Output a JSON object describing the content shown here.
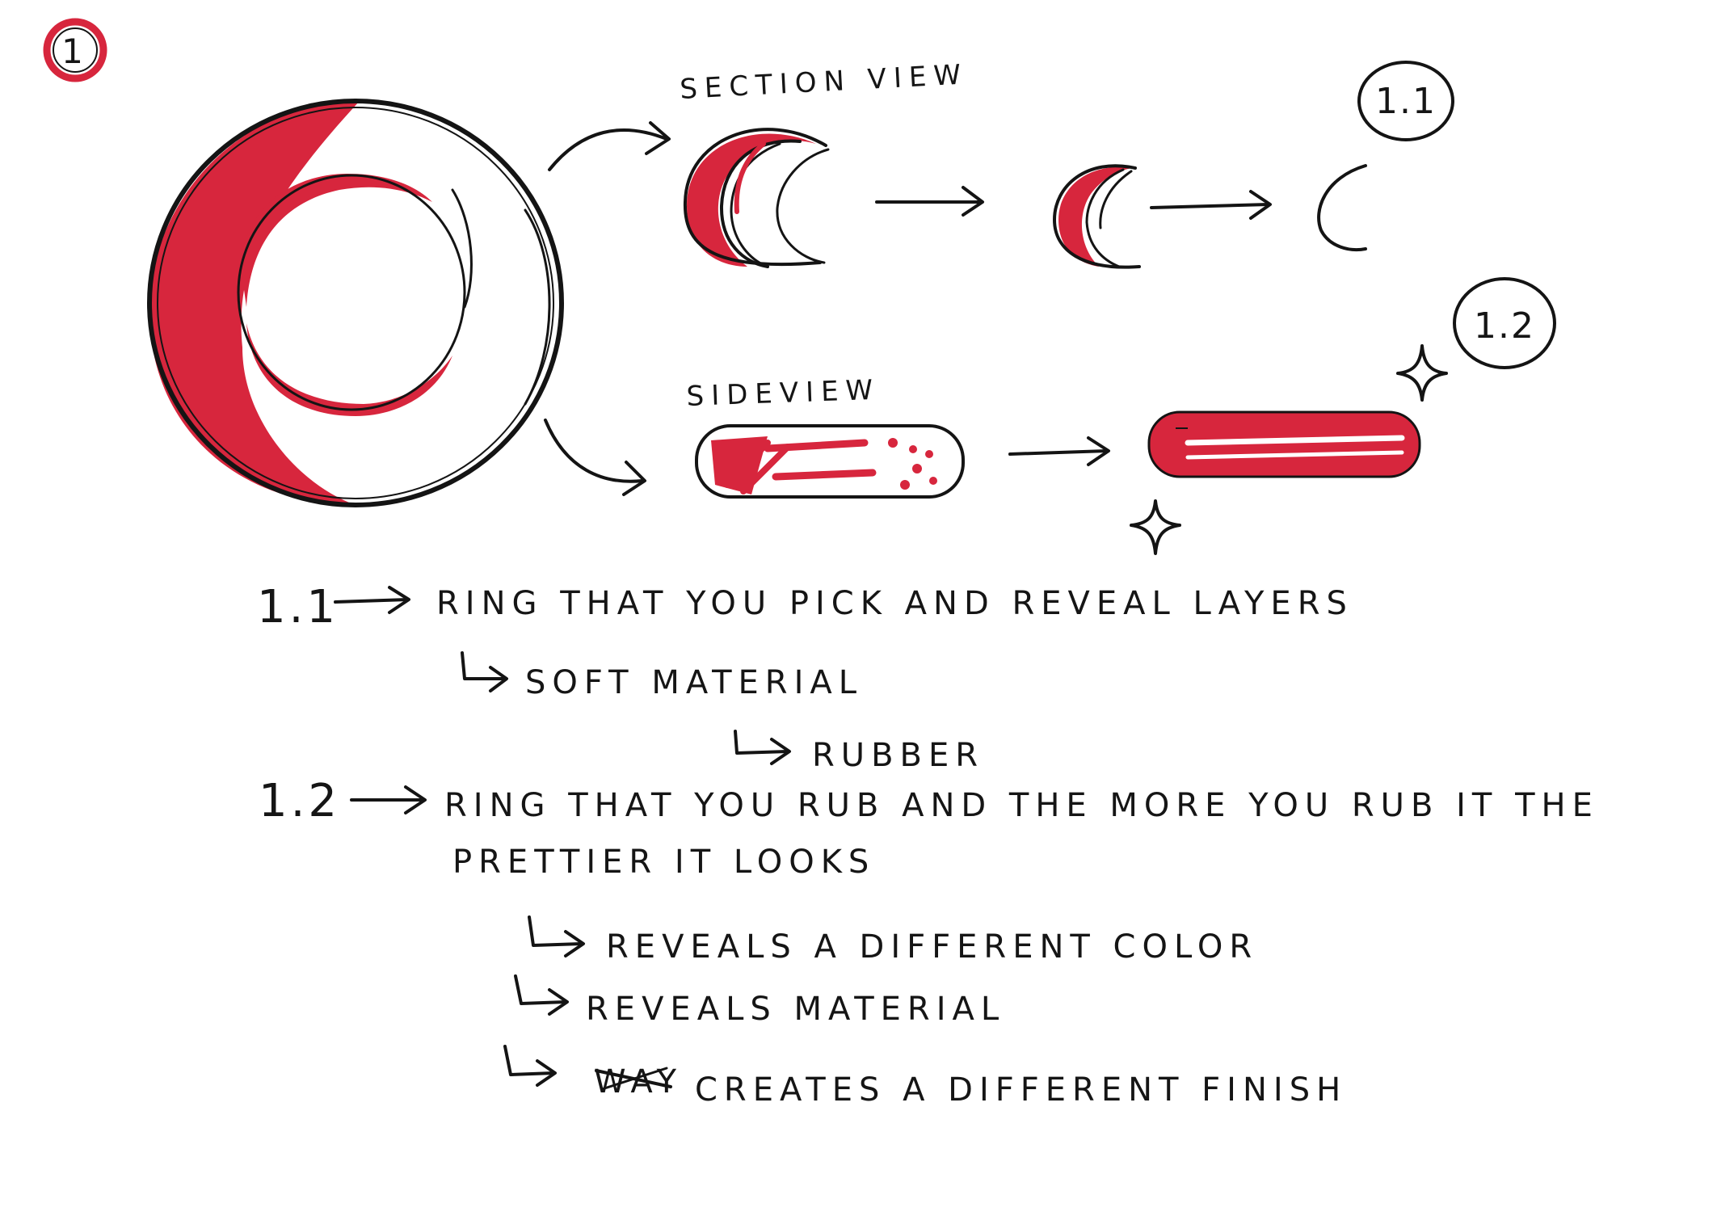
{
  "colors": {
    "ink": "#141414",
    "accent": "#d7263d",
    "paper": "#ffffff",
    "shadow": "#9fb3c8"
  },
  "page_badge": "1",
  "labels": {
    "section_view": "SECTION VIEW",
    "side_view": "SIDEVIEW"
  },
  "badges": {
    "b11": "1.1",
    "b12": "1.2"
  },
  "notes": {
    "n11_num": "1.1",
    "n11_text": "RING THAT YOU PICK AND REVEAL LAYERS",
    "n11_sub1": "SOFT MATERIAL",
    "n11_sub2": "RUBBER",
    "n12_num": "1.2",
    "n12_text_line1": "RING THAT YOU RUB AND THE MORE YOU RUB IT THE",
    "n12_text_line2": "PRETTIER IT LOOKS",
    "n12_sub1": "REVEALS A DIFFERENT COLOR",
    "n12_sub2": "REVEALS MATERIAL",
    "n12_sub3_struck": "WAY",
    "n12_sub3": "CREATES A DIFFERENT FINISH"
  },
  "icons": [
    "arrow-right-icon",
    "curved-arrow-icon",
    "hook-arrow-icon",
    "sparkle-icon"
  ]
}
